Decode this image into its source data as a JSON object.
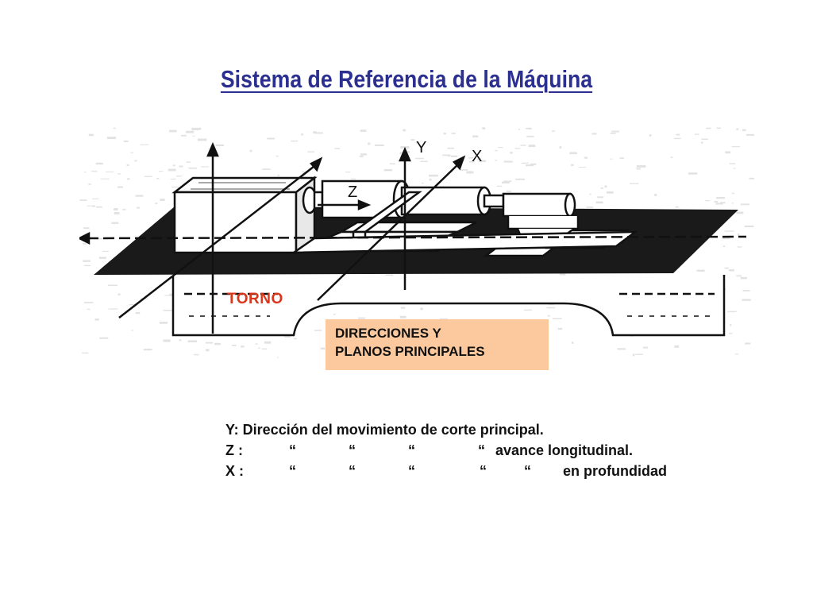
{
  "title": "Sistema de Referencia de la Máquina",
  "diagram": {
    "axis_labels": {
      "y": "Y",
      "x": "X",
      "z": "Z"
    },
    "machine_label": "TORNO",
    "callout": {
      "line1": "DIRECCIONES Y",
      "line2": "PLANOS PRINCIPALES"
    }
  },
  "description": {
    "y_line": "Y: Dirección del movimiento de corte principal.",
    "z_line": {
      "prefix": "Z :",
      "ditto_1": "“",
      "ditto_2": "“",
      "ditto_3": "“",
      "ditto_4": "“",
      "text": "avance longitudinal."
    },
    "x_line": {
      "prefix": "X :",
      "ditto_1": "“",
      "ditto_2": "“",
      "ditto_3": "“",
      "ditto_4": "“",
      "ditto_5": "“",
      "text": "en profundidad"
    }
  },
  "colors": {
    "title": "#2b2f8f",
    "machine_label": "#d9361c",
    "callout_bg": "#fbc99d"
  }
}
